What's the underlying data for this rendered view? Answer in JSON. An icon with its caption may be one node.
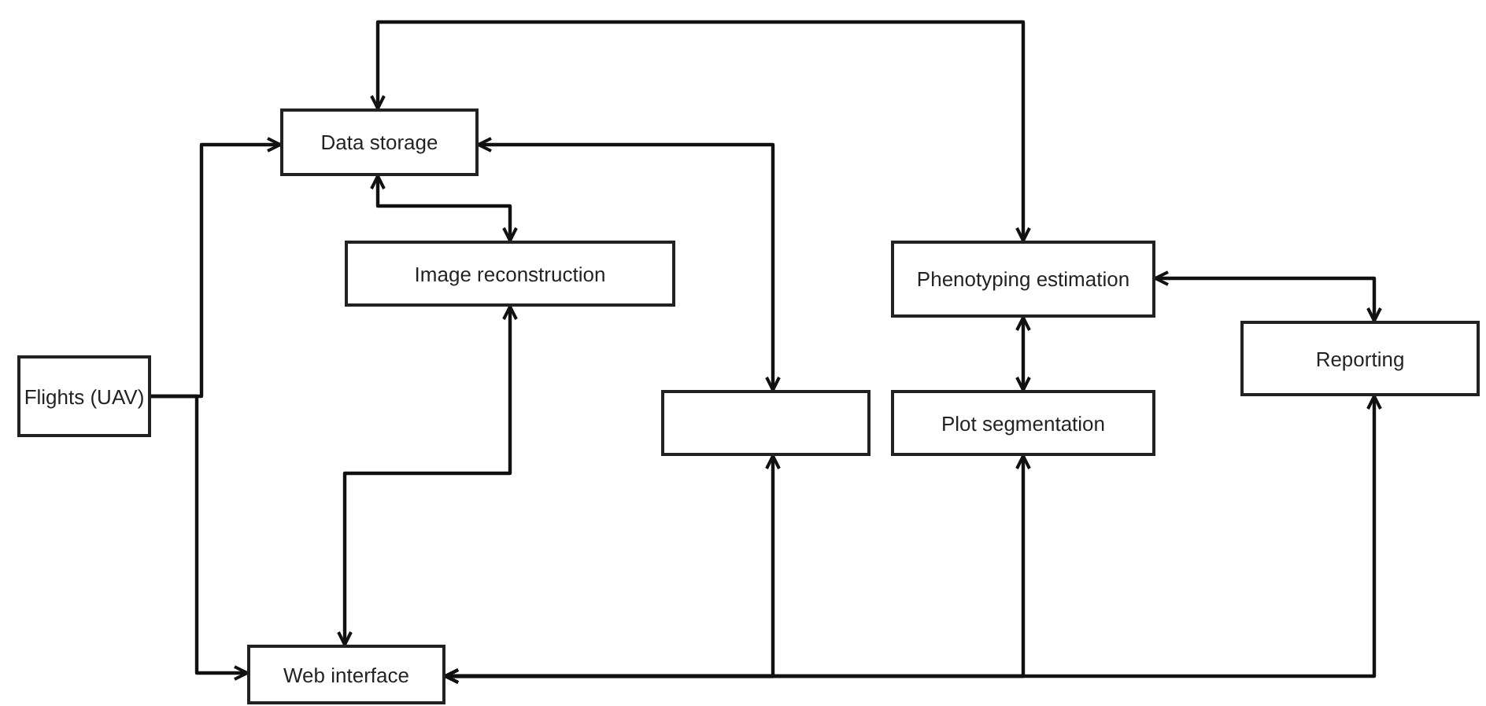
{
  "diagram": {
    "nodes": [
      {
        "text": [
          "Data storage"
        ]
      },
      {
        "text": [
          "Image reconstruction"
        ]
      },
      {
        "text": [
          "Flights (UAV)"
        ]
      },
      {
        "text": [
          "Phenotyping estimation"
        ]
      },
      {
        "text": [
          "Reporting"
        ]
      },
      {
        "text": [],
        "shape": "box"
      },
      {
        "text": [
          "Plot segmentation"
        ]
      },
      {
        "text": [
          "Web interface"
        ]
      }
    ],
    "edges": [
      {
        "from": 2,
        "to": 0,
        "arrow": "to"
      },
      {
        "from": 2,
        "to": 7,
        "arrow": "to"
      },
      {
        "from": 0,
        "to": 1,
        "arrow": "both"
      },
      {
        "from": 0,
        "to": 3,
        "arrow": "both"
      },
      {
        "from": 0,
        "to": 5,
        "arrow": "both"
      },
      {
        "from": 1,
        "to": 7,
        "arrow": "both"
      },
      {
        "from": 7,
        "to": 5,
        "arrow": "both"
      },
      {
        "from": 7,
        "to": 6,
        "arrow": "both"
      },
      {
        "from": 7,
        "to": 4,
        "arrow": "both"
      },
      {
        "from": 3,
        "to": 6,
        "arrow": "both"
      },
      {
        "from": 3,
        "to": 4,
        "arrow": "both"
      }
    ]
  }
}
